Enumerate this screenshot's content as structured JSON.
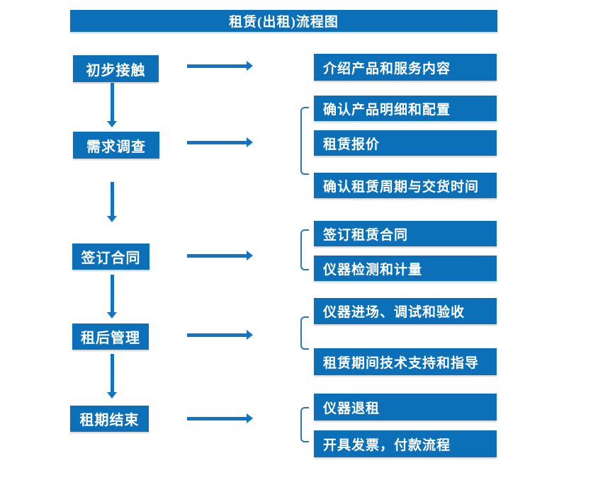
{
  "title": "租赁(出租)流程图",
  "colors": {
    "box_blue": "#0c70b8",
    "arrow_blue": "#1274c5",
    "bracket_blue": "#2e75b6",
    "text_white": "#ffffff",
    "background": "#ffffff"
  },
  "steps": [
    {
      "label": "初步接触",
      "details": [
        "介绍产品和服务内容"
      ]
    },
    {
      "label": "需求调查",
      "details": [
        "确认产品明细和配置",
        "租赁报价",
        "确认租赁周期与交货时间"
      ]
    },
    {
      "label": "签订合同",
      "details": [
        "签订租赁合同",
        "仪器检测和计量"
      ]
    },
    {
      "label": "租后管理",
      "details": [
        "仪器进场、调试和验收",
        "租赁期间技术支持和指导"
      ]
    },
    {
      "label": "租期结束",
      "details": [
        "仪器退租",
        "开具发票，付款流程"
      ]
    }
  ]
}
